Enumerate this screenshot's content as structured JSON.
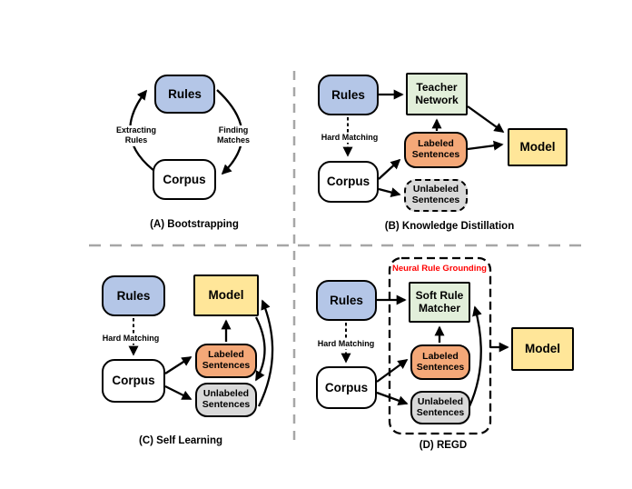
{
  "figure": {
    "type": "four-panel method comparison diagram"
  },
  "colors": {
    "rules_fill": "#b4c6e7",
    "network_fill": "#e2efda",
    "labeled_fill": "#f4a878",
    "unlabeled_fill": "#d9d9d9",
    "model_fill": "#ffe699",
    "corpus_fill": "#ffffff",
    "border": "#000000",
    "divider": "#a6a6a6",
    "nrg_label_color": "#ff0000"
  },
  "panels": {
    "a": {
      "caption": "(A) Bootstrapping",
      "nodes": {
        "rules": "Rules",
        "corpus": "Corpus"
      },
      "edge_labels": {
        "extracting_rules": "Extracting Rules",
        "finding_matches": "Finding Matches"
      }
    },
    "b": {
      "caption": "(B) Knowledge Distillation",
      "nodes": {
        "rules": "Rules",
        "teacher_network": "Teacher Network",
        "labeled_sentences": "Labeled Sentences",
        "corpus": "Corpus",
        "unlabeled_sentences": "Unlabeled Sentences",
        "model": "Model"
      },
      "edge_labels": {
        "hard_matching": "Hard Matching"
      }
    },
    "c": {
      "caption": "(C) Self Learning",
      "nodes": {
        "rules": "Rules",
        "model": "Model",
        "labeled_sentences": "Labeled Sentences",
        "corpus": "Corpus",
        "unlabeled_sentences": "Unlabeled Sentences"
      },
      "edge_labels": {
        "hard_matching": "Hard Matching"
      }
    },
    "d": {
      "caption": "(D) REGD",
      "container_label": "Neural Rule Grounding",
      "nodes": {
        "rules": "Rules",
        "soft_rule_matcher": "Soft Rule Matcher",
        "labeled_sentences": "Labeled Sentences",
        "corpus": "Corpus",
        "unlabeled_sentences": "Unlabeled Sentences",
        "model": "Model"
      },
      "edge_labels": {
        "hard_matching": "Hard Matching"
      }
    }
  }
}
